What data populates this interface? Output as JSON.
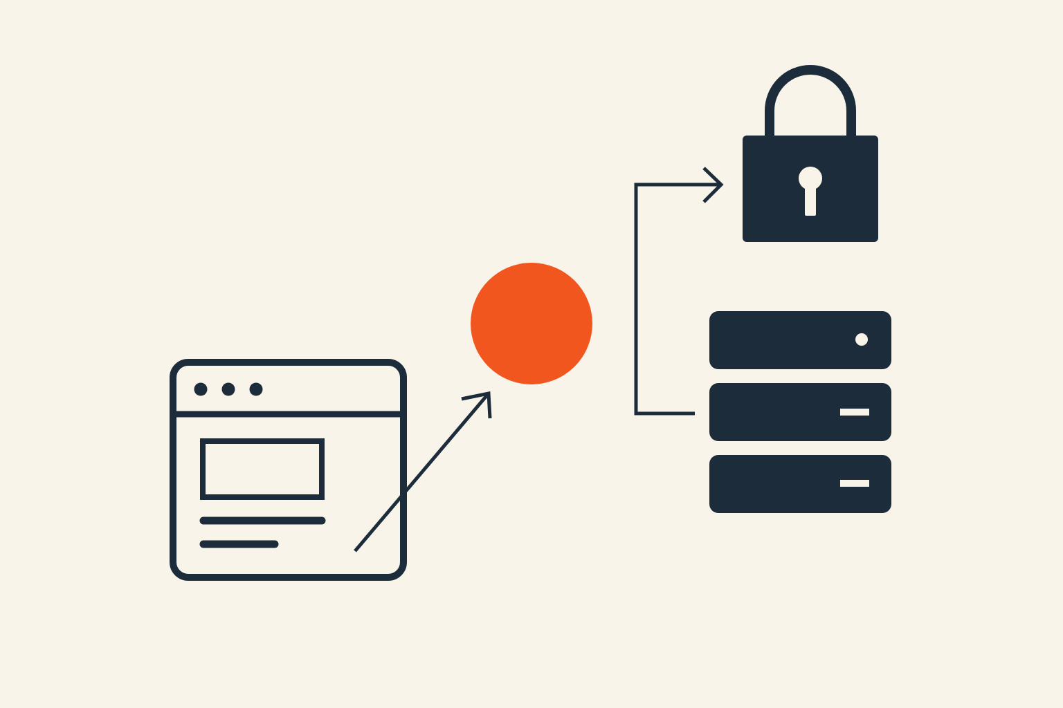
{
  "colors": {
    "background": "#F9F4EA",
    "ink": "#1D2C3A",
    "accent": "#F0561E",
    "highlight": "#F9F4EA"
  },
  "nodes": [
    {
      "id": "browser",
      "icon": "browser-window-icon"
    },
    {
      "id": "proxy",
      "icon": "orange-circle-node"
    },
    {
      "id": "lock",
      "icon": "padlock-icon"
    },
    {
      "id": "server",
      "icon": "server-stack-icon"
    }
  ],
  "connections": [
    {
      "from": "browser",
      "to": "proxy",
      "style": "arrow"
    },
    {
      "from": "server",
      "to": "lock",
      "style": "elbow-arrow"
    }
  ]
}
